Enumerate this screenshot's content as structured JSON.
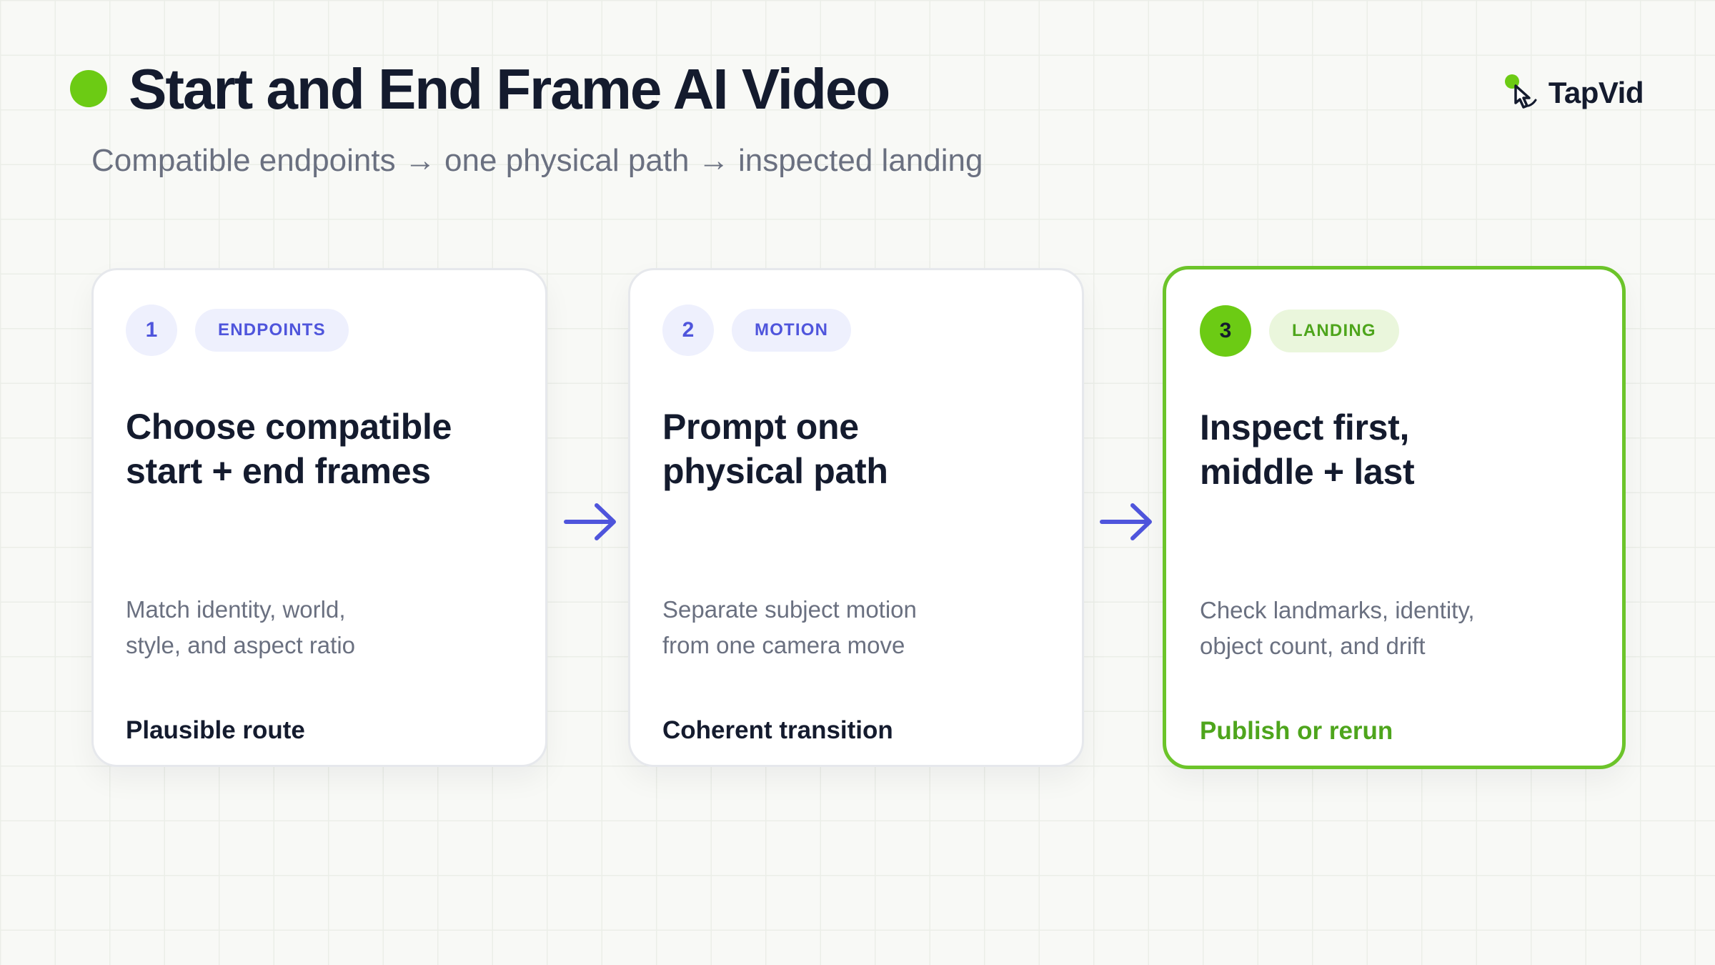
{
  "header": {
    "title": "Start and End Frame AI Video",
    "subtitle": "Compatible endpoints → one physical path → inspected landing"
  },
  "brand": {
    "name": "TapVid",
    "icon": "tap-cursor-icon"
  },
  "colors": {
    "accent_green": "#6ccb14",
    "accent_indigo": "#4f55dc",
    "text_dark": "#141b2e",
    "text_muted": "#6a7080"
  },
  "steps": [
    {
      "number": "1",
      "tag": "ENDPOINTS",
      "title_lines": [
        "Choose compatible",
        "start + end frames"
      ],
      "desc_lines": [
        "Match identity, world,",
        "style, and aspect ratio"
      ],
      "outcome": "Plausible route"
    },
    {
      "number": "2",
      "tag": "MOTION",
      "title_lines": [
        "Prompt one",
        "physical path"
      ],
      "desc_lines": [
        "Separate subject motion",
        "from one camera move"
      ],
      "outcome": "Coherent transition"
    },
    {
      "number": "3",
      "tag": "LANDING",
      "title_lines": [
        "Inspect first,",
        "middle + last"
      ],
      "desc_lines": [
        "Check landmarks, identity,",
        "object count, and drift"
      ],
      "outcome": "Publish or rerun"
    }
  ]
}
